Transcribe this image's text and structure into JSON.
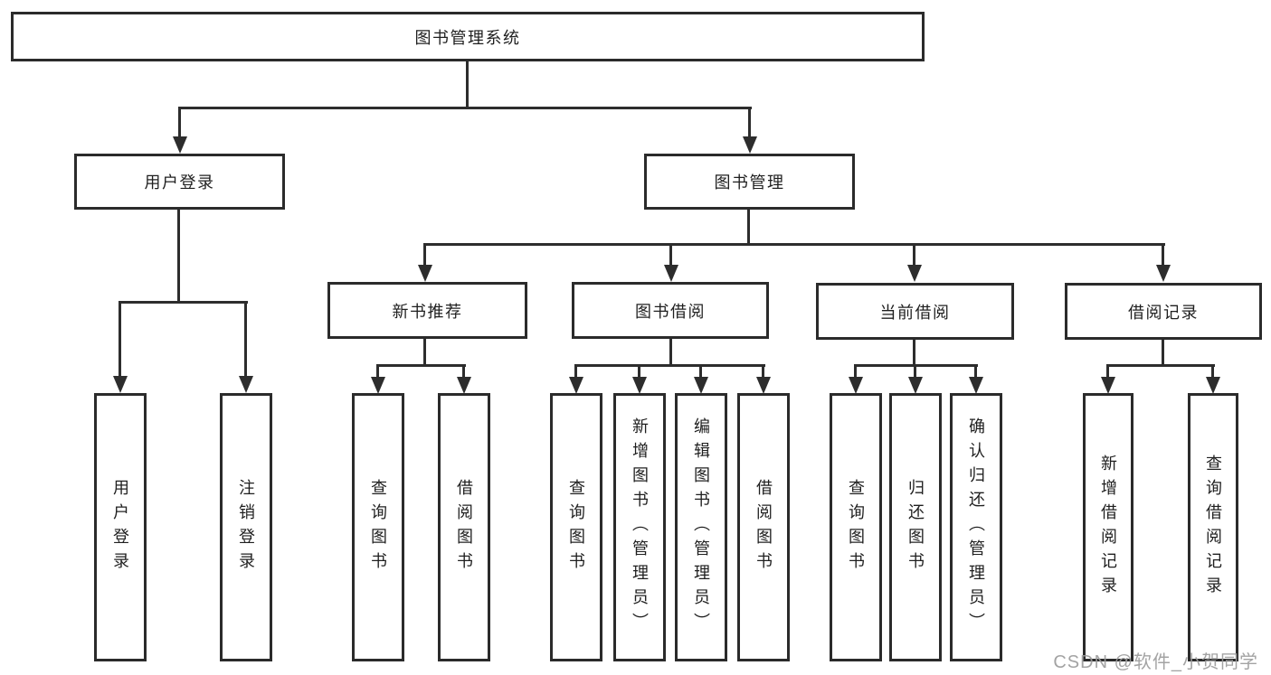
{
  "diagram": {
    "root": {
      "label": "图书管理系统"
    },
    "level2": {
      "user_login": {
        "label": "用户登录"
      },
      "book_management": {
        "label": "图书管理"
      }
    },
    "level3": {
      "new_book_recommend": {
        "label": "新书推荐"
      },
      "book_borrow": {
        "label": "图书借阅"
      },
      "current_borrow": {
        "label": "当前借阅"
      },
      "borrow_record": {
        "label": "借阅记录"
      }
    },
    "leaves": {
      "user_login": [
        "用户登录",
        "注销登录"
      ],
      "new_book_recommend": [
        "查询图书",
        "借阅图书"
      ],
      "book_borrow": [
        "查询图书",
        "新增图书（管理员）",
        "编辑图书（管理员）",
        "借阅图书"
      ],
      "current_borrow": [
        "查询图书",
        "归还图书",
        "确认归还（管理员）"
      ],
      "borrow_record": [
        "新增借阅记录",
        "查询借阅记录"
      ]
    },
    "watermark": "CSDN @软件_小贺同学",
    "colors": {
      "line": "#2d2d2d",
      "border": "#2b2b2b",
      "text": "#1f1f1f",
      "watermark": "#9b9b9b",
      "background": "#ffffff"
    }
  }
}
